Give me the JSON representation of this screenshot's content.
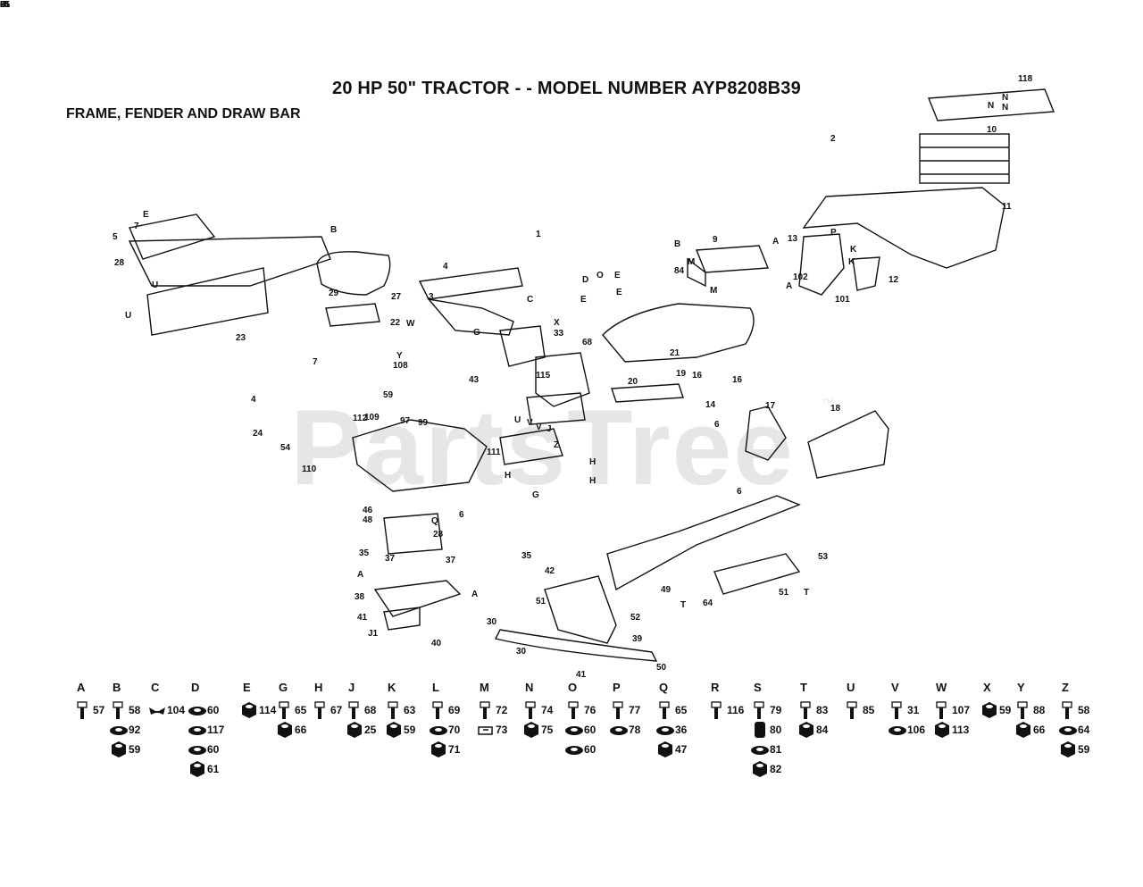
{
  "title": "20 HP 50\" TRACTOR - - MODEL NUMBER AYP8208B39",
  "subtitle": "FRAME, FENDER AND DRAW BAR",
  "watermark": "PartsTree",
  "watermark_tm": "™",
  "callouts": [
    "118",
    "N",
    "N",
    "N",
    "2",
    "10",
    "11",
    "13",
    "P",
    "K",
    "K",
    "12",
    "102",
    "101",
    "A",
    "A",
    "B",
    "9",
    "M",
    "84",
    "M",
    "1",
    "4",
    "3",
    "C",
    "D",
    "O",
    "E",
    "E",
    "E",
    "E",
    "7",
    "5",
    "28",
    "U",
    "U",
    "B",
    "27",
    "29",
    "23",
    "22",
    "W",
    "108",
    "Y",
    "X",
    "33",
    "68",
    "21",
    "20",
    "19",
    "18",
    "17",
    "16",
    "16",
    "14",
    "6",
    "6",
    "7",
    "4",
    "24",
    "54",
    "59",
    "109",
    "110",
    "111",
    "112",
    "97",
    "99",
    "115",
    "43",
    "U",
    "V",
    "V",
    "J",
    "Z",
    "H",
    "H",
    "G",
    "G",
    "H",
    "46",
    "48",
    "28",
    "Q",
    "6",
    "35",
    "37",
    "37",
    "35",
    "42",
    "A",
    "38",
    "A",
    "41",
    "J1",
    "30",
    "40",
    "30",
    "41",
    "39",
    "49",
    "50",
    "51",
    "52",
    "53",
    "64",
    "51",
    "T",
    "T",
    "65",
    "B",
    "U",
    "25",
    "61"
  ],
  "hardware": [
    {
      "letter": "A",
      "items": [
        {
          "num": "57",
          "shape": "bolt"
        }
      ]
    },
    {
      "letter": "B",
      "items": [
        {
          "num": "58",
          "shape": "bolt"
        },
        {
          "num": "92",
          "shape": "washer"
        },
        {
          "num": "59",
          "shape": "nut"
        }
      ]
    },
    {
      "letter": "C",
      "items": [
        {
          "num": "104",
          "shape": "wing"
        }
      ]
    },
    {
      "letter": "D",
      "items": [
        {
          "num": "60",
          "shape": "washer"
        },
        {
          "num": "117",
          "shape": "washer"
        },
        {
          "num": "60",
          "shape": "washer"
        },
        {
          "num": "61",
          "shape": "nut"
        }
      ]
    },
    {
      "letter": "E",
      "items": [
        {
          "num": "114",
          "shape": "nut"
        }
      ]
    },
    {
      "letter": "G",
      "items": [
        {
          "num": "65",
          "shape": "bolt"
        },
        {
          "num": "66",
          "shape": "nut"
        }
      ]
    },
    {
      "letter": "H",
      "items": [
        {
          "num": "67",
          "shape": "bolt"
        }
      ]
    },
    {
      "letter": "J",
      "items": [
        {
          "num": "68",
          "shape": "bolt"
        },
        {
          "num": "25",
          "shape": "nut"
        }
      ]
    },
    {
      "letter": "K",
      "items": [
        {
          "num": "63",
          "shape": "bolt"
        },
        {
          "num": "59",
          "shape": "nut"
        }
      ]
    },
    {
      "letter": "L",
      "items": [
        {
          "num": "69",
          "shape": "bolt"
        },
        {
          "num": "70",
          "shape": "washer"
        },
        {
          "num": "71",
          "shape": "nut"
        }
      ]
    },
    {
      "letter": "M",
      "items": [
        {
          "num": "72",
          "shape": "bolt"
        },
        {
          "num": "73",
          "shape": "clip"
        }
      ]
    },
    {
      "letter": "N",
      "items": [
        {
          "num": "74",
          "shape": "bolt"
        },
        {
          "num": "75",
          "shape": "nut"
        }
      ]
    },
    {
      "letter": "O",
      "items": [
        {
          "num": "76",
          "shape": "bolt"
        },
        {
          "num": "60",
          "shape": "washer"
        },
        {
          "num": "60",
          "shape": "washer"
        }
      ]
    },
    {
      "letter": "P",
      "items": [
        {
          "num": "77",
          "shape": "bolt"
        },
        {
          "num": "78",
          "shape": "washer"
        }
      ]
    },
    {
      "letter": "Q",
      "items": [
        {
          "num": "65",
          "shape": "bolt"
        },
        {
          "num": "36",
          "shape": "washer"
        },
        {
          "num": "47",
          "shape": "nut"
        }
      ]
    },
    {
      "letter": "R",
      "items": [
        {
          "num": "116",
          "shape": "bolt"
        }
      ]
    },
    {
      "letter": "S",
      "items": [
        {
          "num": "79",
          "shape": "bolt"
        },
        {
          "num": "80",
          "shape": "spacer"
        },
        {
          "num": "81",
          "shape": "washer"
        },
        {
          "num": "82",
          "shape": "nut"
        }
      ]
    },
    {
      "letter": "T",
      "items": [
        {
          "num": "83",
          "shape": "bolt"
        },
        {
          "num": "84",
          "shape": "nut"
        }
      ]
    },
    {
      "letter": "U",
      "items": [
        {
          "num": "85",
          "shape": "bolt"
        }
      ]
    },
    {
      "letter": "V",
      "items": [
        {
          "num": "31",
          "shape": "bolt"
        },
        {
          "num": "106",
          "shape": "washer"
        }
      ]
    },
    {
      "letter": "W",
      "items": [
        {
          "num": "107",
          "shape": "bolt"
        },
        {
          "num": "113",
          "shape": "nut"
        }
      ]
    },
    {
      "letter": "X",
      "items": [
        {
          "num": "59",
          "shape": "nut"
        }
      ]
    },
    {
      "letter": "Y",
      "items": [
        {
          "num": "88",
          "shape": "bolt"
        },
        {
          "num": "66",
          "shape": "nut"
        }
      ]
    },
    {
      "letter": "Z",
      "items": [
        {
          "num": "58",
          "shape": "bolt"
        },
        {
          "num": "64",
          "shape": "washer"
        },
        {
          "num": "59",
          "shape": "nut"
        }
      ]
    }
  ]
}
